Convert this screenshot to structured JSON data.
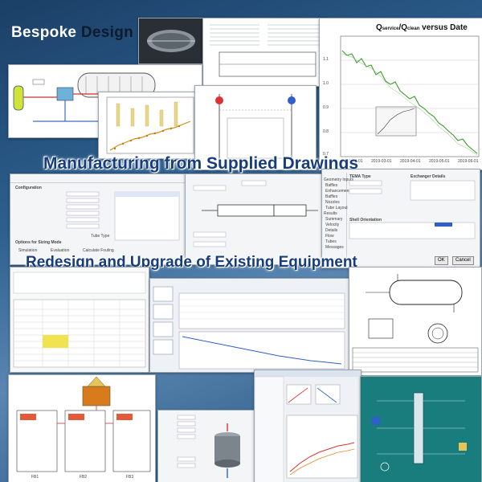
{
  "brand": {
    "word1": "Bespoke",
    "word2": "Design"
  },
  "headlines": {
    "manufacturing": "Manufacturing from Supplied Drawings",
    "redesign": "Redesign and Upgrade of Existing Equipment"
  },
  "chart_panel": {
    "title": "Q",
    "title_rest": "versus Date",
    "x_ticks": [
      "2019-02-01",
      "2019-03-01",
      "2019-04-01",
      "2019-05-01",
      "2019-06-01"
    ],
    "y_ticks": [
      "1.1",
      "1.0",
      "0.9",
      "0.8",
      "0.7"
    ]
  },
  "dialog_left": {
    "section_configuration": "Configuration",
    "section_options": "Options for Sizing Mode",
    "radio_simulation": "Simulation",
    "radio_evaluation": "Evaluation",
    "radio_calculate": "Calculate Fouling",
    "tube_type": "Tube Type"
  },
  "dialog_right": {
    "section_tema": "TEMA Type",
    "section_shell": "Shell Orientation",
    "section_exchanger": "Exchanger Details",
    "menu": [
      "Geometry Inputs",
      "Baffles",
      "Enhancement",
      "Baffles",
      "Nozzles",
      "Tube Layout",
      "Results",
      "Summary",
      "Velocity",
      "Details",
      "Flow",
      "Tubes",
      "Messages"
    ],
    "ok": "OK",
    "cancel": "Cancel"
  },
  "bottom_panels": {
    "fd_labels": [
      "FB1",
      "FB2",
      "FB3"
    ]
  },
  "colors": {
    "headline": "#173d7a",
    "plot_green": "#3c9a2c",
    "bg_top": "#1b3f66",
    "teal": "#1a7d7d"
  }
}
